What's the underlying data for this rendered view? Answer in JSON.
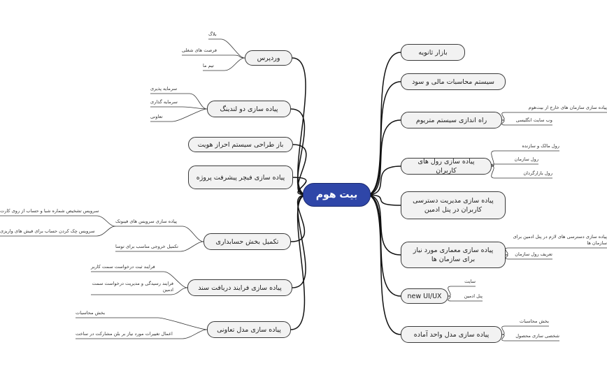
{
  "center": "بیت هوم",
  "right_branches": [
    {
      "label": "بازار ثانویه",
      "leaves": []
    },
    {
      "label": "سیستم محاسبات مالی و سود",
      "leaves": []
    },
    {
      "label": "راه اندازی سیستم متریوم",
      "leaves": [
        "پیاده سازی سازمان های خارج از بیت‌هوم",
        "وب سایت انگلیسی"
      ]
    },
    {
      "label": "پیاده سازی رول های کاربران",
      "leaves": [
        "رول مالک و سازنده",
        "رول سازمان",
        "رول بازارگردان"
      ]
    },
    {
      "label": "پیاده سازی مدیریت دسترسی کاربران در پنل ادمین",
      "leaves": []
    },
    {
      "label": "پیاده سازی معماری مورد نیاز برای سازمان ها",
      "leaves": [
        "پیاده سازی دسترسی های لازم در پنل ادمین برای سازمان ها",
        "تعریف رول سازمان"
      ]
    },
    {
      "label": "new UI/UX",
      "leaves": [
        "سایت",
        "پنل ادمین"
      ]
    },
    {
      "label": "پیاده سازی مدل واحد آماده",
      "leaves": [
        "بخش محاسبات",
        "شخصی سازی محصول"
      ]
    }
  ],
  "left_branches": [
    {
      "label": "وردپرس",
      "leaves": [
        "بلاگ",
        "فرصت های شغلی",
        "تیم ما"
      ]
    },
    {
      "label": "پیاده سازی دو لندینگ",
      "leaves": [
        "سرمایه پذیری",
        "سرمایه گذاری",
        "تعاونی"
      ]
    },
    {
      "label": "باز طراحی سیستم احراز هویت",
      "leaves": []
    },
    {
      "label": "پیاده سازی فیچر پیشرفت پروژه",
      "leaves": []
    },
    {
      "label": "تکمیل بخش حسابداری",
      "leaves": [
        "پیاده سازی سرویس های فینوتک",
        "تکمیل خروجی مناسب برای توسا"
      ]
    },
    {
      "label": "پیاده سازی فرایند دریافت سند",
      "leaves": [
        "فرایند ثبت درخواست سمت کاربر",
        "فرایند رسیدگی و مدیریت درخواست سمت ادمین"
      ]
    },
    {
      "label": "پیاده سازی مدل تعاونی",
      "leaves": [
        "بخش محاسبات",
        "اعمال تغییرات مورد نیاز بر بلن مشارکت در ساخت"
      ]
    }
  ],
  "sub_leaves": [
    {
      "text": "سرویس تشخیص شماره شبا و حساب از روی کارت"
    },
    {
      "text": "سرویس چک کردن حساب برای فیش های واریزی"
    }
  ]
}
